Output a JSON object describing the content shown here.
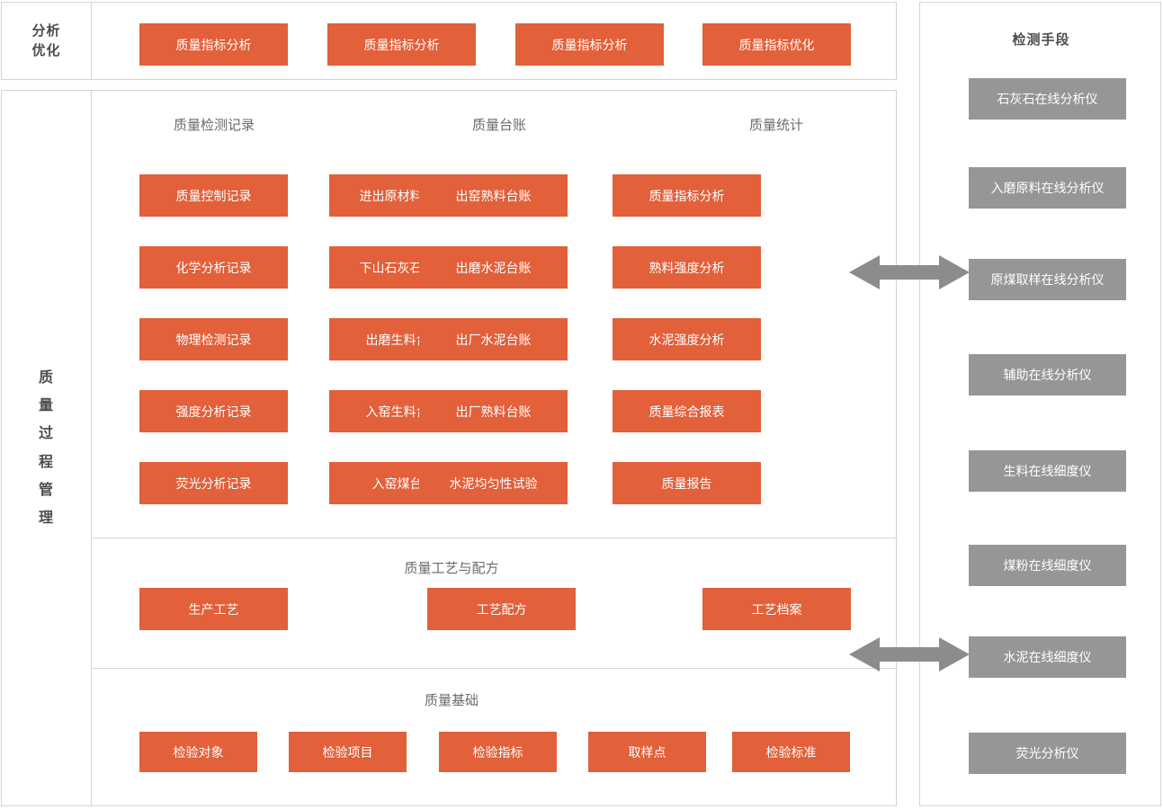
{
  "top_band": {
    "label_lines": [
      "分析",
      "优化"
    ],
    "tiles": [
      {
        "label": "质量指标分析"
      },
      {
        "label": "质量指标分析"
      },
      {
        "label": "质量指标分析"
      },
      {
        "label": "质量指标优化"
      }
    ]
  },
  "left_rail": {
    "chars": [
      "质",
      "量",
      "过",
      "程",
      "管",
      "理"
    ]
  },
  "columns": [
    {
      "title": "质量检测记录",
      "tiles": [
        {
          "label": "质量控制记录"
        },
        {
          "label": "化学分析记录"
        },
        {
          "label": "物理检测记录"
        },
        {
          "label": "强度分析记录"
        },
        {
          "label": "荧光分析记录"
        }
      ]
    },
    {
      "title": "质量台账",
      "tiles": [
        {
          "label": "进出原材料台账"
        },
        {
          "label": "下山石灰石台账"
        },
        {
          "label": "出磨生料台账"
        },
        {
          "label": "入窑生料台账"
        },
        {
          "label": "入窑煤台账"
        }
      ]
    },
    {
      "title": "",
      "tiles": [
        {
          "label": "出窑熟料台账"
        },
        {
          "label": "出磨水泥台账"
        },
        {
          "label": "出厂水泥台账"
        },
        {
          "label": "出厂熟料台账"
        },
        {
          "label": "水泥均匀性试验"
        }
      ]
    },
    {
      "title": "质量统计",
      "tiles": [
        {
          "label": "质量指标分析"
        },
        {
          "label": "熟料强度分析"
        },
        {
          "label": "水泥强度分析"
        },
        {
          "label": "质量综合报表"
        },
        {
          "label": "质量报告"
        }
      ]
    }
  ],
  "process_section": {
    "title": "质量工艺与配方",
    "tiles": [
      {
        "label": "生产工艺"
      },
      {
        "label": "工艺配方"
      },
      {
        "label": "工艺档案"
      }
    ]
  },
  "foundation_section": {
    "title": "质量基础",
    "tiles": [
      {
        "label": "检验对象"
      },
      {
        "label": "检验项目"
      },
      {
        "label": "检验指标"
      },
      {
        "label": "取样点"
      },
      {
        "label": "检验标准"
      }
    ]
  },
  "right_panel": {
    "title": "检测手段",
    "tiles": [
      {
        "label": "石灰石在线分析仪"
      },
      {
        "label": "入磨原料在线分析仪"
      },
      {
        "label": "原煤取样在线分析仪"
      },
      {
        "label": "辅助在线分析仪"
      },
      {
        "label": "生料在线细度仪"
      },
      {
        "label": "煤粉在线细度仪"
      },
      {
        "label": "水泥在线细度仪"
      },
      {
        "label": "荧光分析仪"
      }
    ]
  },
  "connectors": [
    {
      "name": "upper-double-arrow"
    },
    {
      "name": "lower-double-arrow"
    }
  ],
  "colors": {
    "tile_orange": "#e2603a",
    "tile_gray": "#969696",
    "border": "#d4d4d4",
    "arrow": "#8c8c8c",
    "text_dark": "#4d4d4d",
    "text_muted": "#6b6b6b"
  }
}
